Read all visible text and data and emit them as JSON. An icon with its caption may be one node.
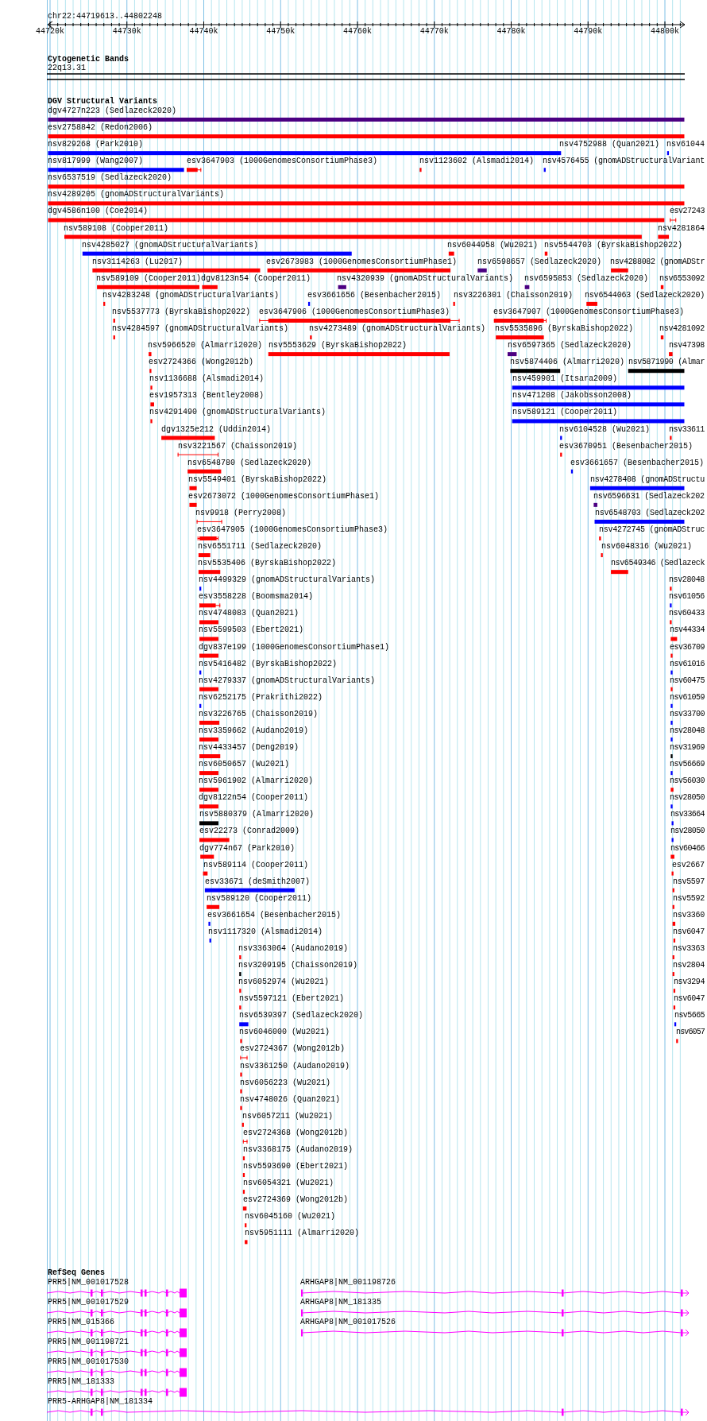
{
  "diagram": {
    "labels": [
      "chr22:44719613..44802248",
      "44720k",
      "44730k",
      "44740k",
      "44750k",
      "44760k",
      "44770k",
      "44780k",
      "44790k",
      "44800k",
      "Cytogenetic Bands",
      "22q13.31",
      "DGV Structural Variants",
      "dgv4727n223 (Sedlazeck2020)",
      "esv2758842 (Redon2006)",
      "nsv829268 (Park2010)",
      "nsv4752988 (Quan2021)",
      "nsv61044",
      "nsv817999 (Wang2007)",
      "esv3647903 (1000GenomesConsortiumPhase3)",
      "nsv1123602 (Alsmadi2014)",
      "nsv4576455 (gnomADStructuralVariant",
      "nsv6537519 (Sedlazeck2020)",
      "nsv4289205 (gnomADStructuralVariants)",
      "dgv4586n100 (Coe2014)",
      "esv27243",
      "nsv589108 (Cooper2011)",
      "nsv4281864",
      "nsv4285027 (gnomADStructuralVariants)",
      "nsv6044958 (Wu2021)",
      "nsv5544703 (ByrskaBishop2022)",
      "nsv3114263 (Lu2017)",
      "esv2673983 (1000GenomesConsortiumPhase1)",
      "nsv6598657 (Sedlazeck2020)",
      "nsv4288082 (gnomADStr",
      "nsv589109 (Cooper2011)",
      "dgv8123n54 (Cooper2011)",
      "nsv4320939 (gnomADStructuralVariants)",
      "nsv6595853 (Sedlazeck2020)",
      "nsv6553092",
      "nsv4283248 (gnomADStructuralVariants)",
      "esv3661656 (Besenbacher2015)",
      "nsv3226301 (Chaisson2019)",
      "nsv6544063 (Sedlazeck2020)",
      "nsv5537773 (ByrskaBishop2022)",
      "esv3647906 (1000GenomesConsortiumPhase3)",
      "esv3647907 (1000GenomesConsortiumPhase3)",
      "nsv4284597 (gnomADStructuralVariants)",
      "nsv4273489 (gnomADStructuralVariants)",
      "nsv5535896 (ByrskaBishop2022)",
      "nsv4281092",
      "nsv5966520 (Almarri2020)",
      "nsv5553629 (ByrskaBishop2022)",
      "nsv6597365 (Sedlazeck2020)",
      "nsv47398",
      "esv2724366 (Wong2012b)",
      "nsv5874406 (Almarri2020)",
      "nsv5871990 (Almar",
      "nsv1136688 (Alsmadi2014)",
      "nsv459901 (Itsara2009)",
      "esv1957313 (Bentley2008)",
      "nsv471208 (Jakobsson2008)",
      "nsv4291490 (gnomADStructuralVariants)",
      "nsv589121 (Cooper2011)",
      "dgv1325e212 (Uddin2014)",
      "nsv6104528 (Wu2021)",
      "nsv33611",
      "nsv3221567 (Chaisson2019)",
      "esv3670951 (Besenbacher2015)",
      "nsv6548780 (Sedlazeck2020)",
      "esv3661657 (Besenbacher2015)",
      "nsv5549401 (ByrskaBishop2022)",
      "nsv4278408 (gnomADStructu",
      "esv2673072 (1000GenomesConsortiumPhase1)",
      "nsv6596631 (Sedlazeck202",
      "nsv9918 (Perry2008)",
      "nsv6548703 (Sedlazeck202",
      "esv3647905 (1000GenomesConsortiumPhase3)",
      "nsv4272745 (gnomADStruc",
      "nsv6551711 (Sedlazeck2020)",
      "nsv6048316 (Wu2021)",
      "nsv5535406 (ByrskaBishop2022)",
      "nsv6549346 (Sedlazeck",
      "nsv4499329 (gnomADStructuralVariants)",
      "nsv28048",
      "esv3558228 (Boomsma2014)",
      "nsv61056",
      "nsv4748083 (Quan2021)",
      "nsv60433",
      "nsv5599503 (Ebert2021)",
      "nsv44334",
      "dgv837e199 (1000GenomesConsortiumPhase1)",
      "esv36709",
      "nsv5416482 (ByrskaBishop2022)",
      "nsv61016",
      "nsv4279337 (gnomADStructuralVariants)",
      "nsv60475",
      "nsv6252175 (Prakrithi2022)",
      "nsv61059",
      "nsv3226765 (Chaisson2019)",
      "nsv33700",
      "nsv3359662 (Audano2019)",
      "nsv28048",
      "nsv4433457 (Deng2019)",
      "nsv31969",
      "nsv6050657 (Wu2021)",
      "nsv56669",
      "nsv5961902 (Almarri2020)",
      "nsv56030",
      "dgv8122n54 (Cooper2011)",
      "nsv28050",
      "nsv5880379 (Almarri2020)",
      "nsv33664",
      "esv22273 (Conrad2009)",
      "nsv28050",
      "dgv774n67 (Park2010)",
      "nsv60466",
      "nsv589114 (Cooper2011)",
      "esv2667",
      "esv33671 (deSmith2007)",
      "nsv5597",
      "nsv589120 (Cooper2011)",
      "nsv5592",
      "esv3661654 (Besenbacher2015)",
      "nsv3360",
      "nsv1117320 (Alsmadi2014)",
      "nsv6047",
      "nsv3363064 (Audano2019)",
      "nsv3363",
      "nsv3209195 (Chaisson2019)",
      "nsv2804",
      "nsv6052974 (Wu2021)",
      "nsv3294",
      "nsv5597121 (Ebert2021)",
      "nsv6047",
      "nsv6539397 (Sedlazeck2020)",
      "nsv5665",
      "nsv6046000 (Wu2021)",
      "nsv6057",
      "esv2724367 (Wong2012b)",
      "nsv3361250 (Audano2019)",
      "nsv6056223 (Wu2021)",
      "nsv4748026 (Quan2021)",
      "nsv6057211 (Wu2021)",
      "esv2724368 (Wong2012b)",
      "nsv3368175 (Audano2019)",
      "nsv5593690 (Ebert2021)",
      "nsv6054321 (Wu2021)",
      "esv2724369 (Wong2012b)",
      "nsv6045160 (Wu2021)",
      "nsv5951111 (Almarri2020)",
      "RefSeq Genes",
      "PRR5|NM_001017528",
      "ARHGAP8|NM_001198726",
      "PRR5|NM_001017529",
      "ARHGAP8|NM_181335",
      "PRR5|NM_015366",
      "ARHGAP8|NM_001017526",
      "PRR5|NM_001198721",
      "PRR5|NM_001017530",
      "PRR5|NM_181333",
      "PRR5-ARHGAP8|NM_181334"
    ]
  }
}
